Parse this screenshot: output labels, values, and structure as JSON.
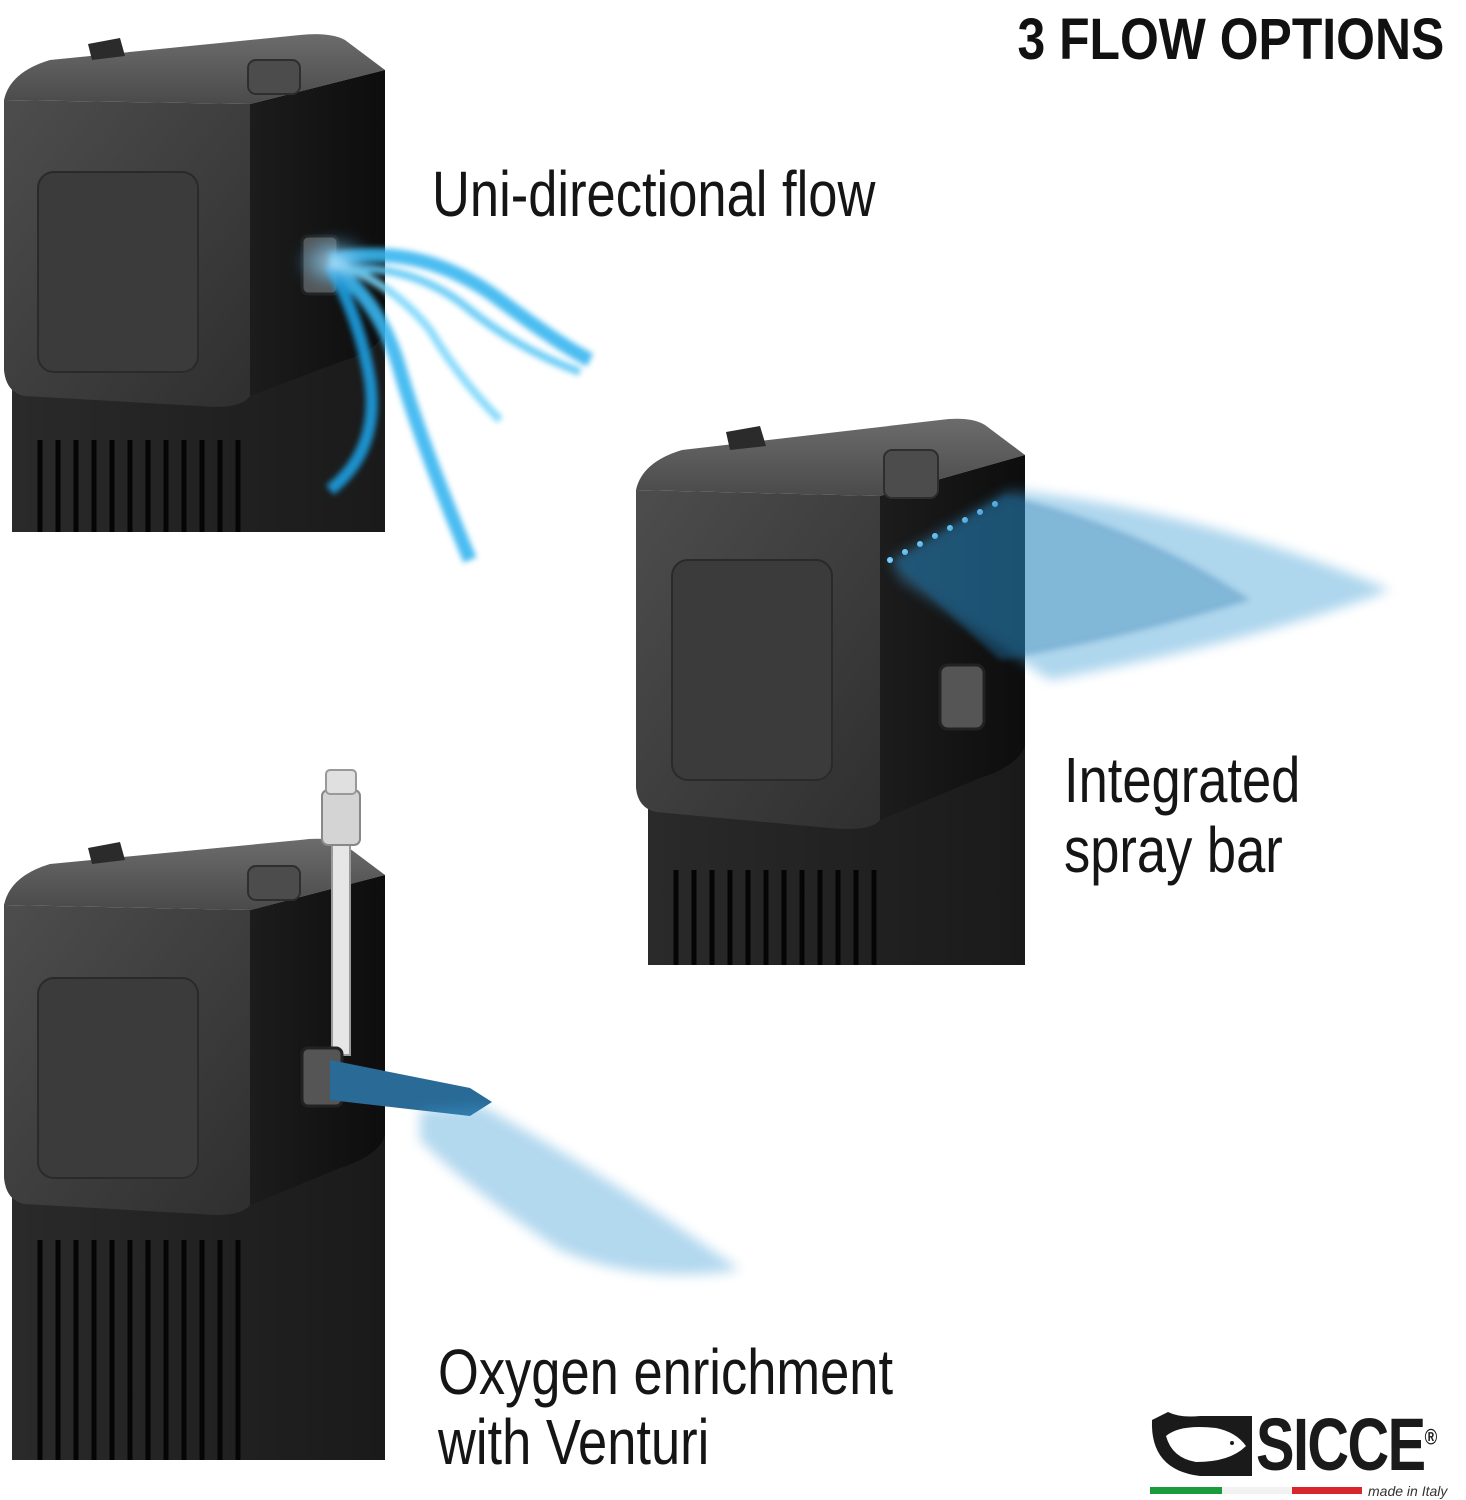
{
  "header": {
    "title": "3 FLOW OPTIONS"
  },
  "options": [
    {
      "label": "Uni-directional flow"
    },
    {
      "label_line1": "Integrated",
      "label_line2": "spray bar"
    },
    {
      "label_line1": "Oxygen enrichment",
      "label_line2": "with Venturi"
    }
  ],
  "brand": {
    "name": "SICCE",
    "registered": "®",
    "origin": "made in Italy",
    "flag_colors": [
      "#1a9b3c",
      "#ffffff",
      "#d8262c"
    ]
  },
  "colors": {
    "pump_body": "#3a3a3a",
    "pump_dark": "#141414",
    "water_flow": "#2aa8e8",
    "spray": "#2a8fc8"
  }
}
